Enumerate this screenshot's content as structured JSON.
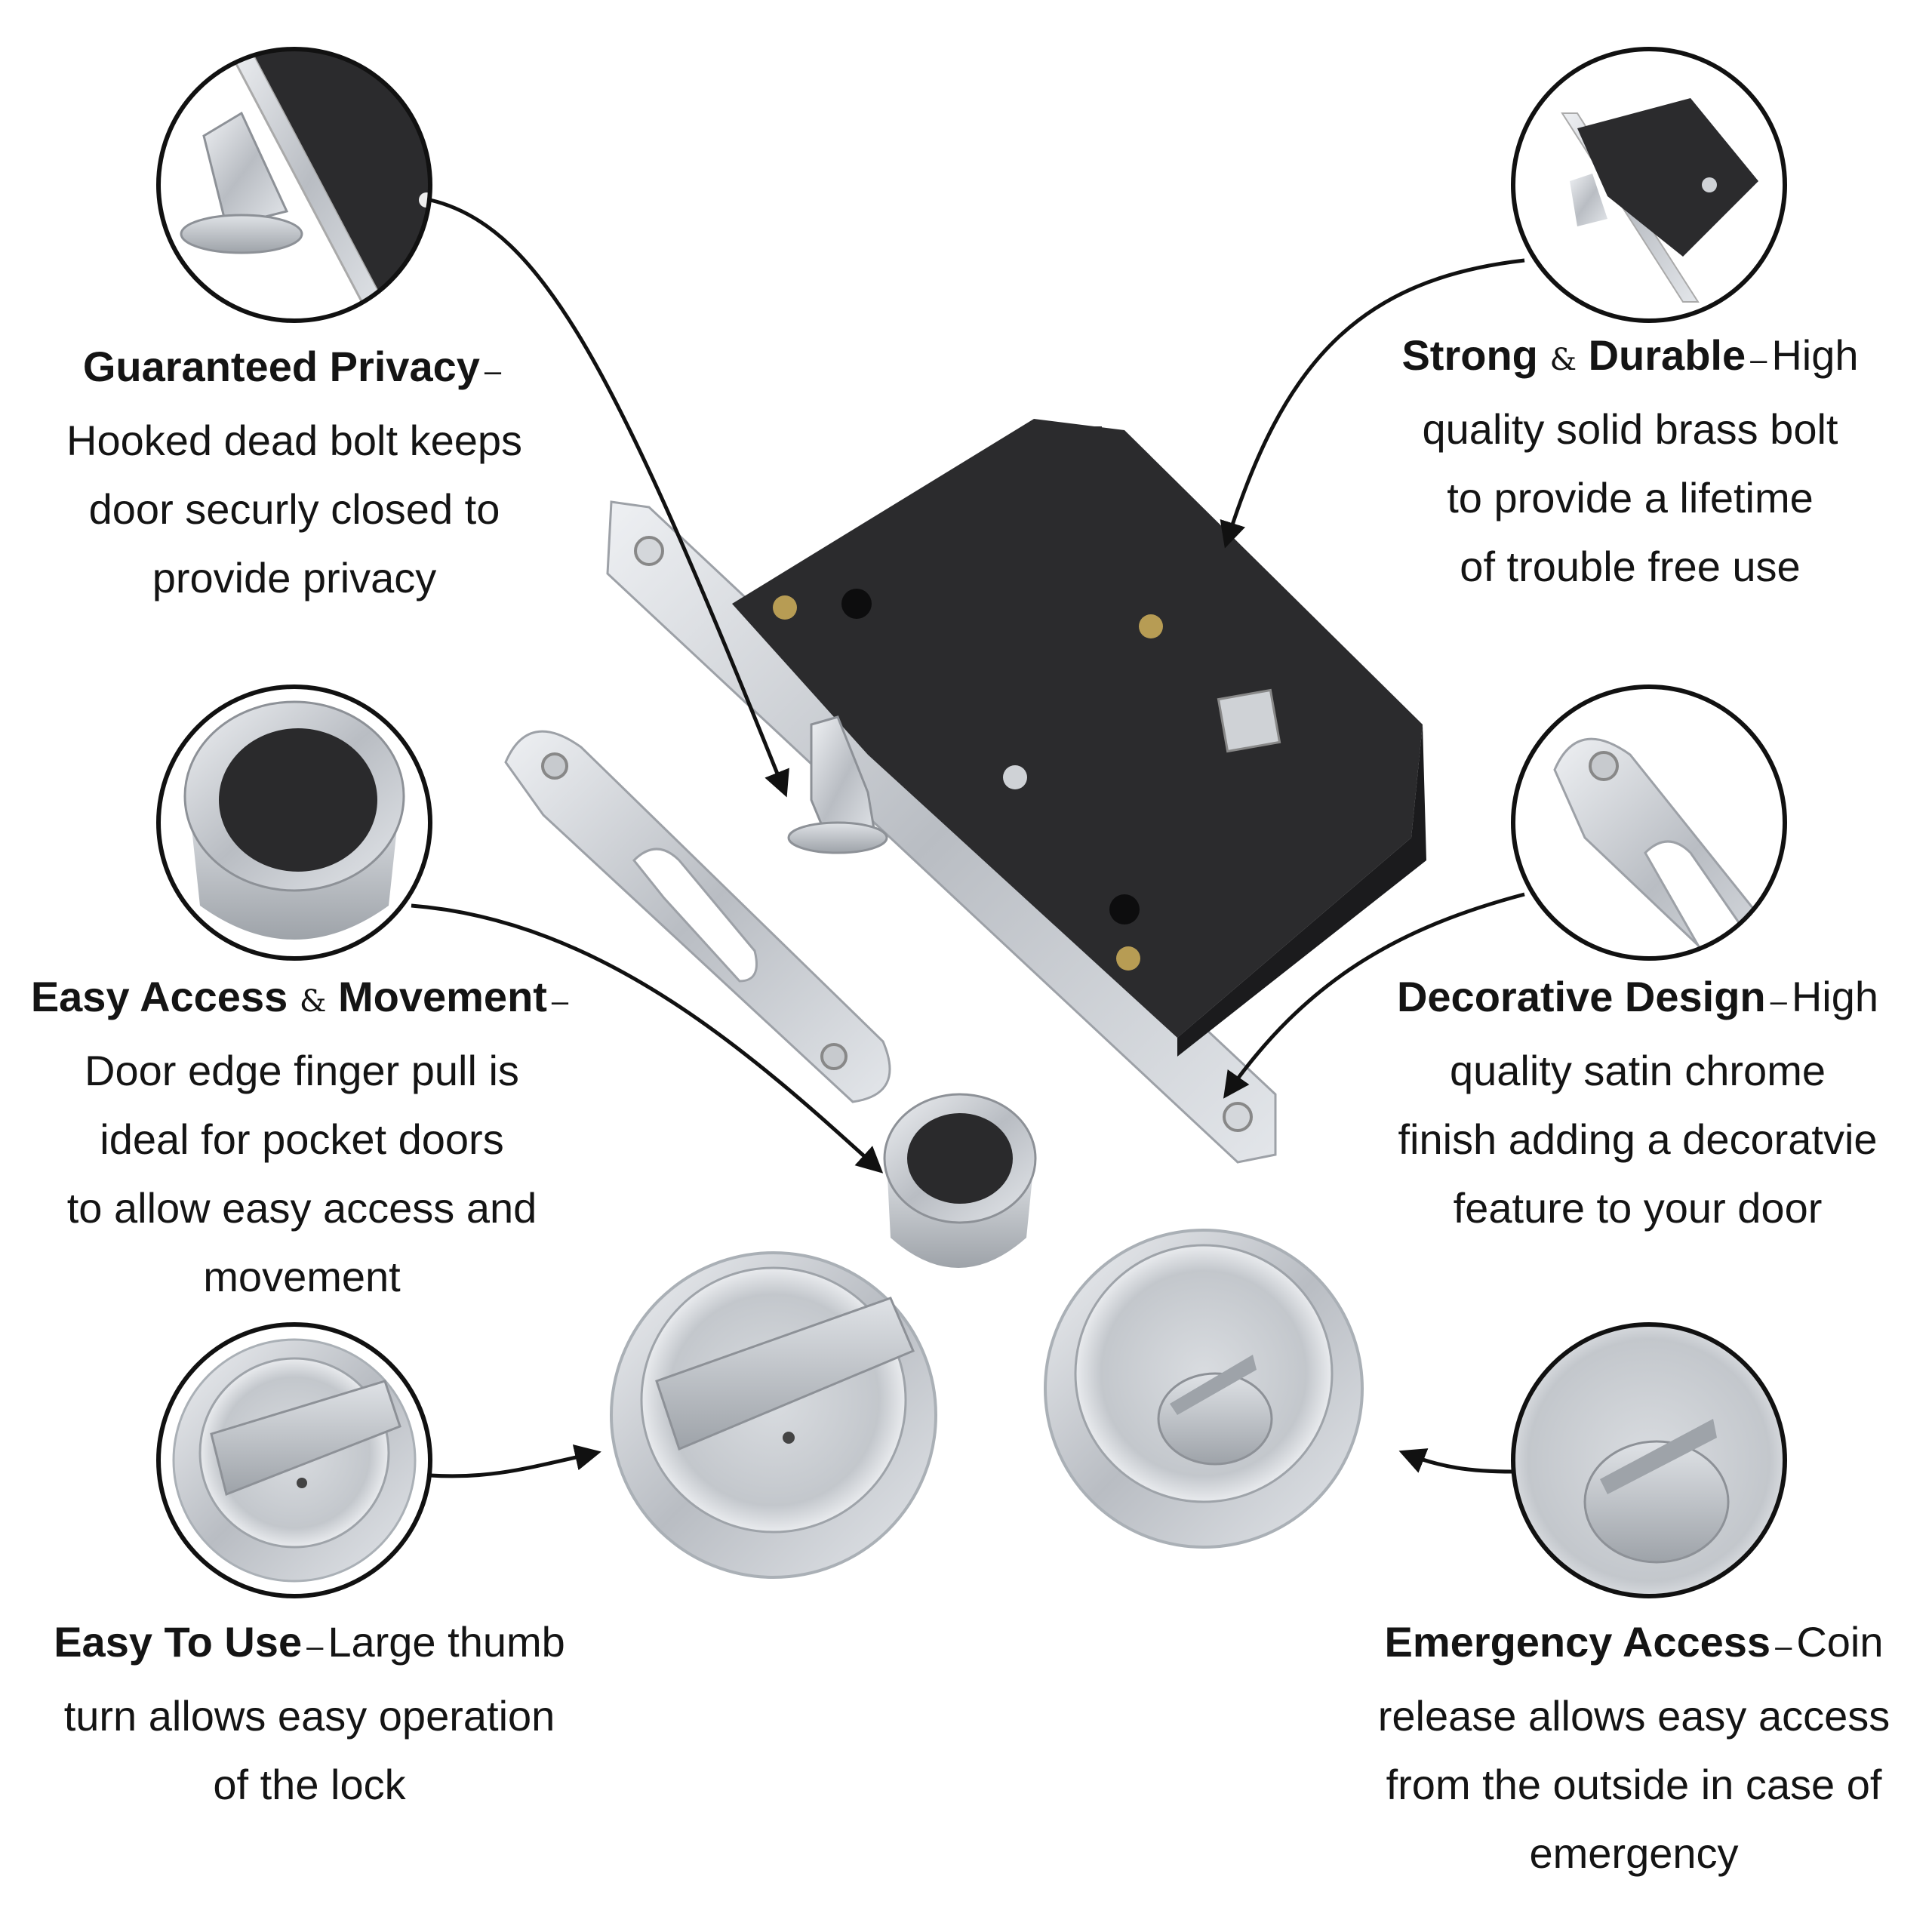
{
  "callouts": {
    "privacy": {
      "title": "Guaranteed Privacy",
      "dash": "–",
      "lines": [
        "Hooked dead bolt keeps",
        "door securly closed to",
        "provide privacy"
      ]
    },
    "durable": {
      "title_a": "Strong",
      "amp": "&",
      "title_b": "Durable",
      "dash": "–",
      "first": "High",
      "lines": [
        "quality solid brass bolt",
        "to provide a lifetime",
        "of trouble free use"
      ]
    },
    "access": {
      "title_a": "Easy Access",
      "amp": "&",
      "title_b": "Movement",
      "dash": "–",
      "lines": [
        "Door edge finger pull is",
        "ideal for pocket doors",
        "to allow easy access and",
        "movement"
      ]
    },
    "decorative": {
      "title": "Decorative Design",
      "dash": "–",
      "first": "High",
      "lines": [
        "quality satin chrome",
        "finish adding a decoratvie",
        "feature to your door"
      ]
    },
    "easy_use": {
      "title": "Easy To Use",
      "dash": "–",
      "first": "Large thumb",
      "lines": [
        "turn allows easy operation",
        "of the lock"
      ]
    },
    "emergency": {
      "title": "Emergency Access",
      "dash": "–",
      "first": "Coin",
      "lines": [
        "release allows easy access",
        "from the outside in case of",
        "emergency"
      ]
    }
  },
  "colors": {
    "lock_body": "#2b2b2d",
    "chrome": "#c9ccd1",
    "chrome_dark": "#8d9197",
    "circle_stroke": "#111111",
    "text": "#141414"
  },
  "icons": [
    "lock-body-icon",
    "strike-plate-icon",
    "finger-pull-icon",
    "thumb-turn-icon",
    "coin-release-icon"
  ]
}
